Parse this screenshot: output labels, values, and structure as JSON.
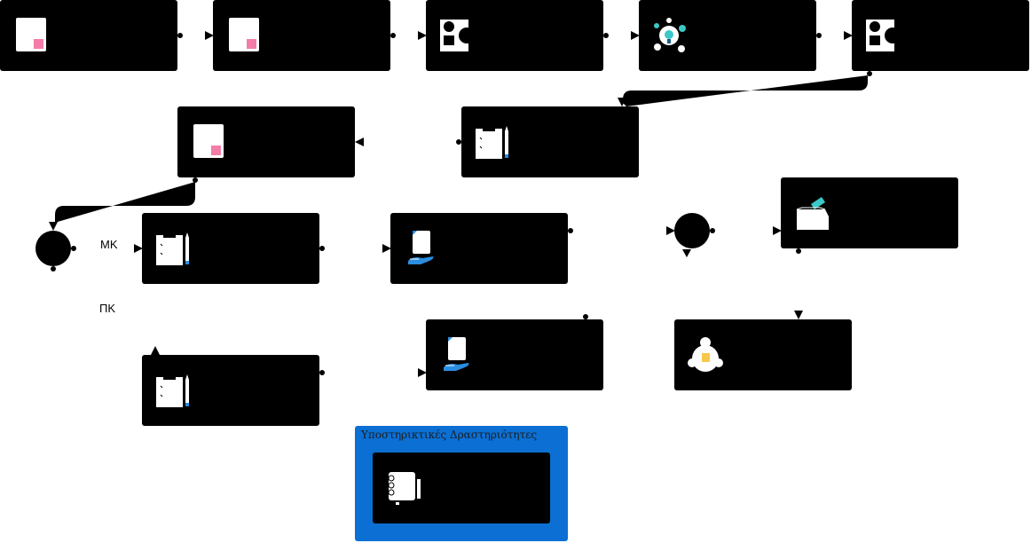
{
  "diagram": {
    "nodes": [
      {
        "id": "n1",
        "icon": "document-pink-icon",
        "label": ""
      },
      {
        "id": "n2",
        "icon": "document-pink-icon",
        "label": ""
      },
      {
        "id": "n3",
        "icon": "shapes-icon",
        "label": ""
      },
      {
        "id": "n4",
        "icon": "lightbulb-network-icon",
        "label": ""
      },
      {
        "id": "n5",
        "icon": "shapes-icon",
        "label": ""
      },
      {
        "id": "n6",
        "icon": "document-pink-icon",
        "label": ""
      },
      {
        "id": "n7",
        "icon": "clipboard-pencil-icon",
        "label": ""
      },
      {
        "id": "n8",
        "icon": "clipboard-pencil-icon",
        "label": ""
      },
      {
        "id": "n9",
        "icon": "hand-document-icon",
        "label": ""
      },
      {
        "id": "n10",
        "icon": "ballot-box-icon",
        "label": ""
      },
      {
        "id": "n11",
        "icon": "clipboard-pencil-icon",
        "label": ""
      },
      {
        "id": "n12",
        "icon": "hand-document-icon",
        "label": ""
      },
      {
        "id": "n13",
        "icon": "cloud-note-icon",
        "label": ""
      },
      {
        "id": "n14",
        "icon": "notebook-icon",
        "label": ""
      }
    ],
    "gateways": [
      {
        "id": "g1"
      },
      {
        "id": "g2"
      }
    ],
    "branch_labels": {
      "mk": "ΜΚ",
      "pk": "ΠΚ"
    },
    "group": {
      "title": "Υποστηρικτικές Δραστηριότητες"
    },
    "colors": {
      "node_fill": "#000000",
      "group_fill": "#0b6fd4",
      "accent_pink": "#f47ca8",
      "accent_teal": "#3cc8c8",
      "accent_blue": "#2a8de0",
      "accent_yellow": "#f8c84a"
    }
  }
}
